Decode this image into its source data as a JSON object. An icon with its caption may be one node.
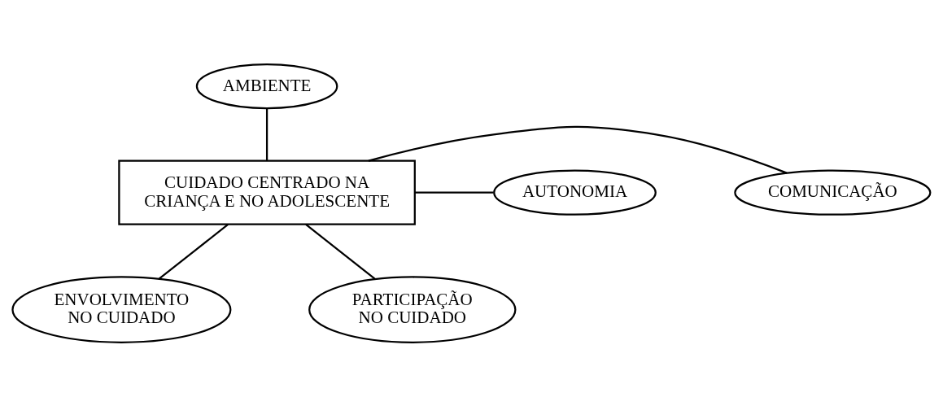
{
  "diagram": {
    "nodes": [
      {
        "text": [
          "AMBIENTE"
        ]
      },
      {
        "text": [
          "COMUNICAÇÃO"
        ]
      },
      {
        "text": [
          "AUTONOMIA"
        ]
      },
      {
        "text": [
          "CUIDADO CENTRADO NA CRIANÇA E NO ADOLESCENTE"
        ]
      },
      {
        "text": [
          "ENVOLVIMENTO NO CUIDADO"
        ]
      },
      {
        "text": [
          "PARTICIPAÇÃO NO CUIDADO"
        ]
      }
    ],
    "edges": [
      {
        "from": 3,
        "to": 0,
        "arrow": "none"
      },
      {
        "from": 3,
        "to": 1,
        "arrow": "none"
      },
      {
        "from": 3,
        "to": 2,
        "arrow": "none"
      },
      {
        "from": 3,
        "to": 4,
        "arrow": "none"
      },
      {
        "from": 3,
        "to": 5,
        "arrow": "none"
      }
    ]
  }
}
